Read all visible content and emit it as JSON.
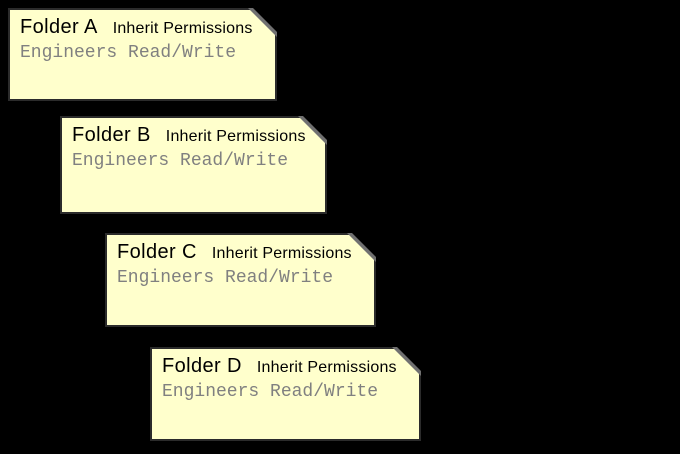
{
  "colors": {
    "background": "#000000",
    "note_fill": "#ffffcc",
    "note_border": "#2b2b2b",
    "fold_shadow": "#707070",
    "title_text": "#000000",
    "permission_text": "#808080"
  },
  "cards": [
    {
      "title": "Folder A",
      "inherit_label": "Inherit Permissions",
      "permission": "Engineers Read/Write"
    },
    {
      "title": "Folder B",
      "inherit_label": "Inherit Permissions",
      "permission": "Engineers Read/Write"
    },
    {
      "title": "Folder C",
      "inherit_label": "Inherit Permissions",
      "permission": "Engineers Read/Write"
    },
    {
      "title": "Folder D",
      "inherit_label": "Inherit Permissions",
      "permission": "Engineers Read/Write"
    }
  ]
}
